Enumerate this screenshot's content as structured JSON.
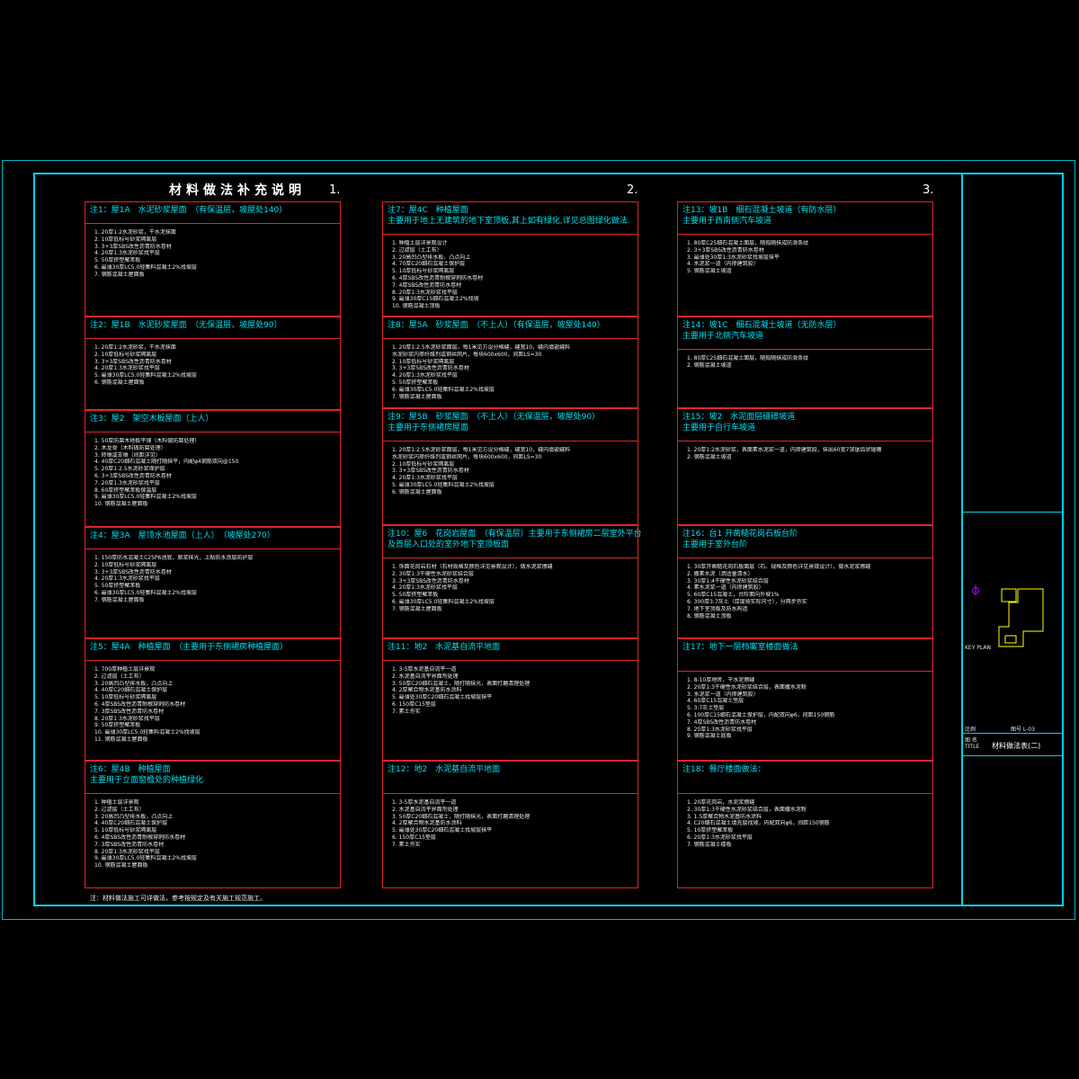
{
  "sheet": {
    "title": "材料做法补充说明",
    "col_nums": [
      "1.",
      "2.",
      "3."
    ],
    "footnote": "注：材料做法施工可详做法，参考按规定及有关施工规范施工。"
  },
  "title_block": {
    "left_label": "图 名\nTITLE",
    "drawing_title": "材料做法表(二)",
    "tag_a": "KEY PLAN",
    "tag_b": "比例",
    "tag_c": "图号 L-03"
  },
  "boxes": [
    {
      "t1": "注1：屋1A　水泥砂浆屋面　（有保温层，坡屋处140）",
      "t2": "",
      "items": [
        "1. 20厚1:2水泥砂浆，干水泥抹面",
        "2. 10厚低标号砂浆隔离层",
        "3. 3+3厚SBS改性沥青防水卷材",
        "4. 20厚1:3水泥砂浆找平层",
        "5. 50厚挤塑聚苯板",
        "6. 最薄30厚LC5.0轻集料混凝土2%找坡层",
        "7. 钢筋混凝土屋面板"
      ]
    },
    {
      "t1": "注2：屋1B　水泥砂浆屋面　（无保温层，坡屋处90）",
      "t2": "",
      "items": [
        "1. 20厚1:2水泥砂浆，干水泥抹面",
        "2. 10厚低标号砂浆隔离层",
        "3. 3+3厚SBS改性沥青防水卷材",
        "4. 20厚1:3水泥砂浆找平层",
        "5. 最薄30厚LC5.0轻集料混凝土2%找坡层",
        "6. 钢筋混凝土屋面板"
      ]
    },
    {
      "t1": "注3：屋2　架空木板屋面（上人）",
      "t2": "",
      "items": [
        "1. 50厚防腐木地板平铺（木料做防腐处理）",
        "2. 木龙骨（木料做防腐处理）",
        "3. 砖墩或支墩（间距详见）",
        "4. 40厚C20细石混凝土随打随抹平，内配φ4钢筋双向@150",
        "5. 20厚1:2.5水泥砂浆保护层",
        "6. 3+3厚SBS改性沥青防水卷材",
        "7. 20厚1:3水泥砂浆找平层",
        "8. 60厚挤塑聚苯板保温层",
        "9. 最薄30厚LC5.0轻集料混凝土2%找坡层",
        "10. 钢筋混凝土屋面板"
      ]
    },
    {
      "t1": "注4：屋3A　屋顶水池屋面（上人）　（坡屋处270）",
      "t2": "",
      "items": [
        "1. 150厚防水混凝土C25P6池底，原浆抹光，上贴防水涂层防护层",
        "2. 10厚低标号砂浆隔离层",
        "3. 3+3厚SBS改性沥青防水卷材",
        "4. 20厚1:3水泥砂浆找平层",
        "5. 50厚挤塑聚苯板",
        "6. 最薄30厚LC5.0轻集料混凝土2%找坡层",
        "7. 钢筋混凝土屋面板"
      ]
    },
    {
      "t1": "注5：屋4A　种植屋面　（主要用于东侧裙房种植屋面）",
      "t2": "",
      "items": [
        "1. 700厚种植土层详景观",
        "2. 过滤层（土工布）",
        "3. 20高凹凸型排水板，凸点向上",
        "4. 40厚C20细石混凝土保护层",
        "5. 10厚低标号砂浆隔离层",
        "6. 4厚SBS改性沥青耐根穿刺防水卷材",
        "7. 3厚SBS改性沥青防水卷材",
        "8. 20厚1:3水泥砂浆找平层",
        "9. 50厚挤塑聚苯板",
        "10. 最薄30厚LC5.0轻集料混凝土2%找坡层",
        "11. 钢筋混凝土屋面板"
      ]
    },
    {
      "t1": "注6：屋4B　种植屋面",
      "t2": "主要用于立面窗檐处的种植绿化",
      "items": [
        "1. 种植土层详景观",
        "2. 过滤层（土工布）",
        "3. 20高凹凸型排水板，凸点向上",
        "4. 40厚C20细石混凝土保护层",
        "5. 10厚低标号砂浆隔离层",
        "6. 4厚SBS改性沥青耐根穿刺防水卷材",
        "7. 3厚SBS改性沥青防水卷材",
        "8. 20厚1:3水泥砂浆找平层",
        "9. 最薄30厚LC5.0轻集料混凝土2%找坡层",
        "10. 钢筋混凝土屋面板"
      ]
    },
    {
      "t1": "注7：屋4C　种植屋面",
      "t2": "主要用于地上无建筑的地下室顶板,其上如有绿化,详见总图绿化做法.",
      "items": [
        "1. 种植土层详景观设计",
        "2. 过滤层（土工布）",
        "3. 20高凹凸型排水板，凸点向上",
        "4. 70厚C20细石混凝土保护层",
        "5. 10厚低标号砂浆隔离层",
        "6. 4厚SBS改性沥青耐根穿刺防水卷材",
        "7. 4厚SBS改性沥青防水卷材",
        "8. 20厚1:3水泥砂浆找平层",
        "9. 最薄30厚C15细石混凝土2%找坡",
        "10. 钢筋混凝土顶板"
      ]
    },
    {
      "t1": "注8：屋5A　砂浆屋面　（不上人）（有保温层，坡屋处140）",
      "t2": "",
      "items": [
        "1. 20厚1:2.5水泥砂浆面层，每1米见方设分格缝，缝宽10，缝内填嵌缝料",
        "   水泥砂浆内掺纤维剂或钢丝网片，每块600x600，间距LS=30",
        "2. 10厚低标号砂浆隔离层",
        "3. 3+3厚SBS改性沥青防水卷材",
        "4. 20厚1:3水泥砂浆找平层",
        "5. 50厚挤塑聚苯板",
        "6. 最薄30厚LC5.0轻集料混凝土2%找坡层",
        "7. 钢筋混凝土屋面板"
      ]
    },
    {
      "t1": "注9：屋5B　砂浆屋面　（不上人）（无保温层，坡屋处90）",
      "t2": "主要用于东侧裙房屋面",
      "items": [
        "1. 20厚1:2.5水泥砂浆面层，每1米见方设分格缝，缝宽10，缝内填嵌缝料",
        "   水泥砂浆内掺纤维剂或钢丝网片，每块600x600，间距LS=30",
        "2. 10厚低标号砂浆隔离层",
        "3. 3+3厚SBS改性沥青防水卷材",
        "4. 20厚1:3水泥砂浆找平层",
        "5. 最薄30厚LC5.0轻集料混凝土2%找坡层",
        "6. 钢筋混凝土屋面板"
      ]
    },
    {
      "t1": "注10：屋6　花岗岩屋面　（有保温层）主要用于东侧裙房二层室外平台",
      "t2": "及首层入口处的室外地下室顶板面",
      "items": [
        "1. 饰面花岗岩石材（石材规格及颜色详见景观设计），做水泥浆擦缝",
        "2. 30厚1:3干硬性水泥砂浆结合层",
        "3. 3+3厚SBS改性沥青防水卷材",
        "4. 20厚1:3水泥砂浆找平层",
        "5. 50厚挤塑聚苯板",
        "6. 最薄30厚LC5.0轻集料混凝土2%找坡层",
        "7. 钢筋混凝土屋面板"
      ]
    },
    {
      "t1": "注11：地2　水泥基自流平地面",
      "t2": "",
      "items": [
        "1. 3-5厚水泥基自流平一道",
        "2. 水泥基自流平界面剂处理",
        "3. 50厚C20细石混凝土，随打随抹光，表面打磨清理处理",
        "4. 2厚聚合物水泥基防水涂料",
        "5. 最薄处30厚C20细石混凝土找坡层抹平",
        "6. 150厚C15垫层",
        "7. 素土夯实"
      ]
    },
    {
      "t1": "注12：地2　水泥基自流平地面",
      "t2": "",
      "items": [
        "1. 3-5厚水泥基自流平一道",
        "2. 水泥基自流平界面剂处理",
        "3. 50厚C20细石混凝土，随打随抹光，表面打磨清理处理",
        "4. 2厚聚合物水泥基防水涂料",
        "5. 最薄处30厚C20细石混凝土找坡层抹平",
        "6. 150厚C15垫层",
        "7. 素土夯实"
      ]
    },
    {
      "t1": "注13：坡1B　细石混凝土坡道（有防水层）",
      "t2": "主要用于西南侧汽车坡道",
      "items": [
        "1. 80厚C25细石混凝土面层，随捣随抹成防滑条纹",
        "2. 3+3厚SBS改性沥青防水卷材",
        "3. 最薄处30厚1:3水泥砂浆找坡层抹平",
        "4. 水泥浆一道（内掺建筑胶）",
        "5. 钢筋混凝土坡道"
      ]
    },
    {
      "t1": "注14：坡1C　细石混凝土坡道（无防水层）",
      "t2": "主要用于北侧汽车坡道",
      "items": [
        "1. 80厚C25细石混凝土面层，随捣随抹成防滑条纹",
        "2. 钢筋混凝土坡道"
      ]
    },
    {
      "t1": "注15：坡2　水泥面层礓礤坡道",
      "t2": "主要用于自行车坡道",
      "items": [
        "1. 20厚1:2水泥砂浆，表面素水泥浆一道，内掺建筑胶，抹出60宽7深锯齿状礓礤",
        "2. 钢筋混凝土坡道"
      ]
    },
    {
      "t1": "注16：台1 开凿糙花岗石板台阶",
      "t2": "主要用于室外台阶",
      "items": [
        "1. 30厚开凿糙花岗石板面层（石、规格及颜色详见景观设计），做水泥浆擦缝",
        "2. 撒素水泥（洒适量清水）",
        "3. 30厚1:4干硬性水泥砂浆结合层",
        "4. 素水泥浆一道（内掺建筑胶）",
        "5. 60厚C15混凝土，台阶面向外坡1%",
        "6. 300厚3:7灰土（厚度按实际尺寸），分两步夯实",
        "7. 地下室顶板及防水构造",
        "8. 钢筋混凝土顶板"
      ]
    },
    {
      "t1": "注17：地下一层档案室楼面做法",
      "t2": "",
      "items": [
        "1. 8-10厚地砖，干水泥擦缝",
        "2. 20厚1:3干硬性水泥砂浆结合层，表面撒水泥粉",
        "3. 水泥浆一道（内掺建筑胶）",
        "4. 60厚C15混凝土垫层",
        "5. 3:7灰土垫层",
        "6. 100厚C15细石混凝土保护层，内配双向φ6，间距150钢筋",
        "7. 4厚SBS改性沥青防水卷材",
        "8. 20厚1:3水泥砂浆找平层",
        "9. 钢筋混凝土底板"
      ]
    },
    {
      "t1": "注18：餐厅楼面做法：",
      "t2": "",
      "items": [
        "1. 20厚花岗岩，水泥浆擦缝",
        "2. 30厚1:3干硬性水泥砂浆结合层，表面撒水泥粉",
        "3. 1.5厚聚合物水泥基防水涂料",
        "4. C20细石混凝土填充层找坡，内配双向φ6，间距150钢筋",
        "5. 10厚挤塑聚苯板",
        "6. 20厚1:3水泥砂浆找平层",
        "7. 钢筋混凝土楼板"
      ]
    }
  ]
}
